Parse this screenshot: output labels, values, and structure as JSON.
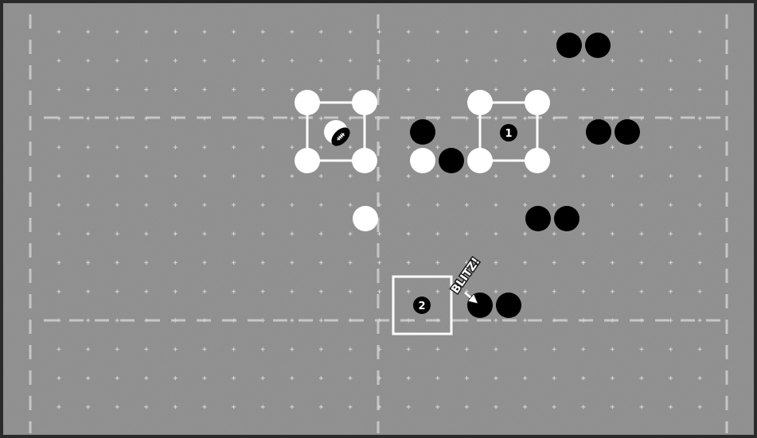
{
  "board": {
    "colors": {
      "field": "#8c8c8c",
      "field_dark": "#7f7f7f",
      "border": "#2a2a2a",
      "dashed_line": "#d0d0d0",
      "dot": "#e6e6e6",
      "white_piece": "#ffffff",
      "black_piece": "#000000"
    },
    "ball_icon": "football-icon",
    "zones": [
      {
        "number": "1",
        "kind": "occupied-square"
      },
      {
        "number": "2",
        "kind": "empty-square"
      }
    ],
    "annotation": {
      "text": "BLITZ!",
      "icon": "arrow-icon"
    }
  }
}
